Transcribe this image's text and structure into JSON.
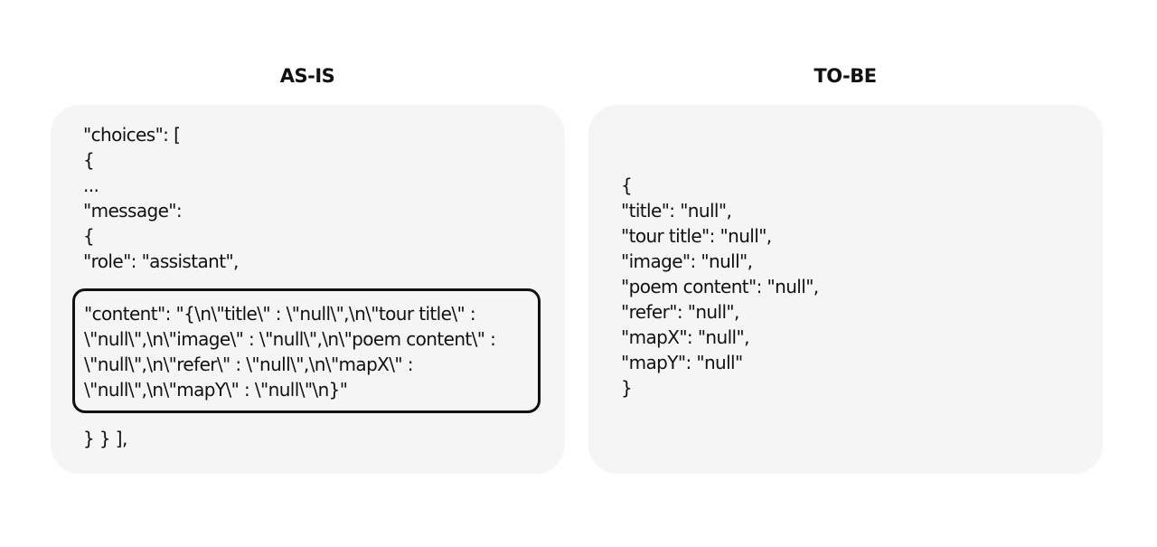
{
  "headings": {
    "as_is": "AS-IS",
    "to_be": "TO-BE"
  },
  "as_is": {
    "lines_before": [
      "\"choices\": [",
      "{",
      "...",
      "\"message\":",
      "{",
      "\"role\": \"assistant\","
    ],
    "highlighted_lines": [
      "\"content\": \"{\\n\\\"title\\\" : \\\"null\\\",\\n\\\"tour title\\\" :",
      "\\\"null\\\",\\n\\\"image\\\" : \\\"null\\\",\\n\\\"poem content\\\" :",
      "\\\"null\\\",\\n\\\"refer\\\" : \\\"null\\\",\\n\\\"mapX\\\" :",
      "\\\"null\\\",\\n\\\"mapY\\\" : \\\"null\\\"\\n}\""
    ],
    "line_after": "} } ],"
  },
  "to_be": {
    "lines": [
      "{",
      "\"title\": \"null\",",
      "\"tour title\": \"null\",",
      "\"image\": \"null\",",
      "\"poem content\": \"null\",",
      "\"refer\": \"null\",",
      "\"mapX\": \"null\",",
      "\"mapY\": \"null\"",
      "}"
    ]
  }
}
